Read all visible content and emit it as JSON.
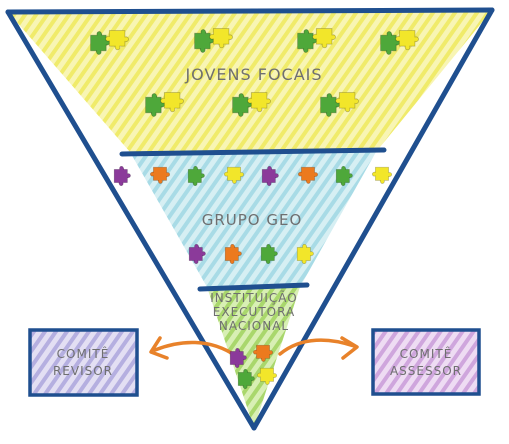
{
  "diagram": {
    "top_tier": {
      "label": "JOVENS  FOCAIS",
      "color": "#f2ee7a"
    },
    "middle_tier": {
      "label": "GRUPO GEO",
      "color": "#b7e2ea"
    },
    "bottom_tier": {
      "label_lines": [
        "INSTITUIÇÃO",
        "EXECUTORA",
        "NACIONAL"
      ],
      "color": "#b8e07a"
    },
    "left_box": {
      "label_lines": [
        "COMITÊ",
        "REVISOR"
      ],
      "color": "#a8a2d8"
    },
    "right_box": {
      "label_lines": [
        "COMITÊ",
        "ASSESSOR"
      ],
      "color": "#c8a0d8"
    },
    "outline_color": "#1f4f8f",
    "arrow_color": "#e8822a",
    "piece_colors": {
      "green": "#4ea83a",
      "yellow": "#f2e62a",
      "purple": "#8b3a9a",
      "orange": "#ec7a1e"
    }
  }
}
